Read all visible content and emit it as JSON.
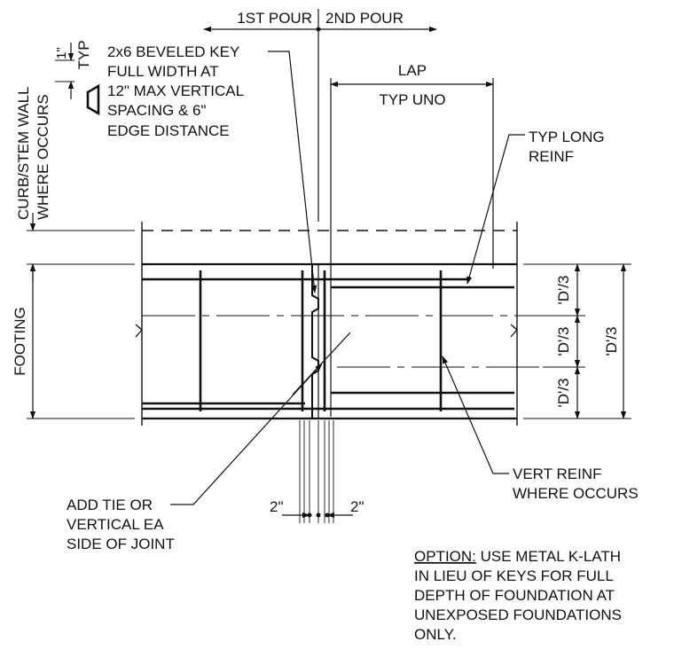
{
  "labels": {
    "pour_1": "1ST POUR",
    "pour_2": "2ND POUR",
    "dim_1in": "1\"",
    "typ": "TYP",
    "key_note": [
      "2x6 BEVELED KEY",
      "FULL WIDTH AT",
      "12\" MAX VERTICAL",
      "SPACING & 6\"",
      "EDGE DISTANCE"
    ],
    "lap": "LAP",
    "typ_uno": "TYP UNO",
    "long_reinf": [
      "TYP LONG",
      "REINF"
    ],
    "curb_wall": [
      "CURB/STEM WALL",
      "WHERE OCCURS"
    ],
    "footing": "FOOTING",
    "d3": "'D'/3",
    "vert_reinf": [
      "VERT REINF",
      "WHERE OCCURS"
    ],
    "add_tie": [
      "ADD TIE OR",
      "VERTICAL EA",
      "SIDE OF JOINT"
    ],
    "dim_2in": "2\"",
    "option_label": "OPTION:",
    "option_first_line": " USE METAL K-LATH",
    "option_lines": [
      "IN LIEU OF KEYS FOR FULL",
      "DEPTH OF FOUNDATION AT",
      "UNEXPOSED FOUNDATIONS",
      "ONLY."
    ]
  },
  "colors": {
    "line": "#111111",
    "background": "#ffffff"
  }
}
